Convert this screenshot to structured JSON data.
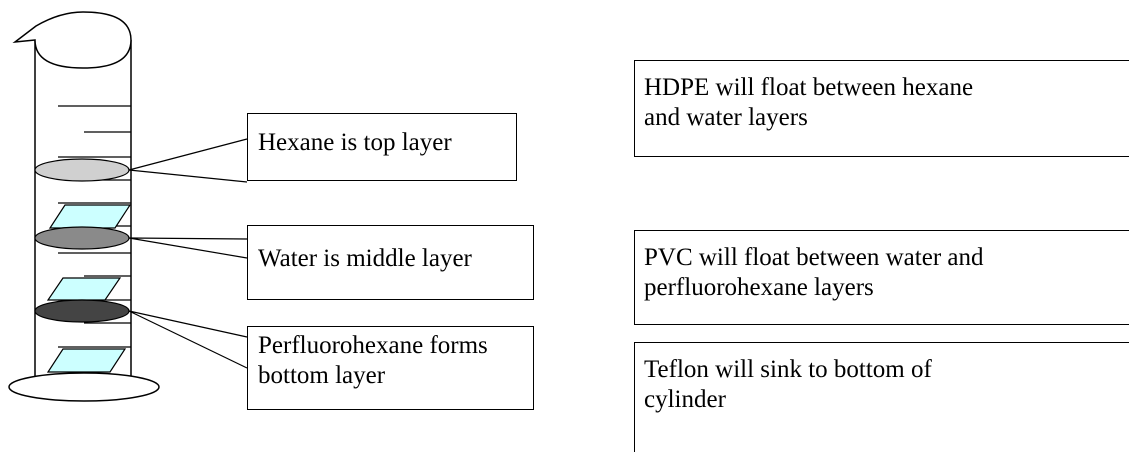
{
  "callouts": {
    "hexane": "Hexane is top layer",
    "water": "Water is middle layer",
    "perfluorohexane": "Perfluorohexane forms\nbottom layer"
  },
  "notes": {
    "hdpe": "HDPE will float between hexane\nand water layers",
    "pvc": "PVC will float between water and\nperfluorohexane layers",
    "teflon": "Teflon will sink to bottom of\ncylinder"
  },
  "colors": {
    "hexane_layer": "#d0d0d0",
    "water_layer": "#8a8a8a",
    "perfluorohexane_layer": "#444444",
    "plastic_piece": "#ccffff"
  }
}
